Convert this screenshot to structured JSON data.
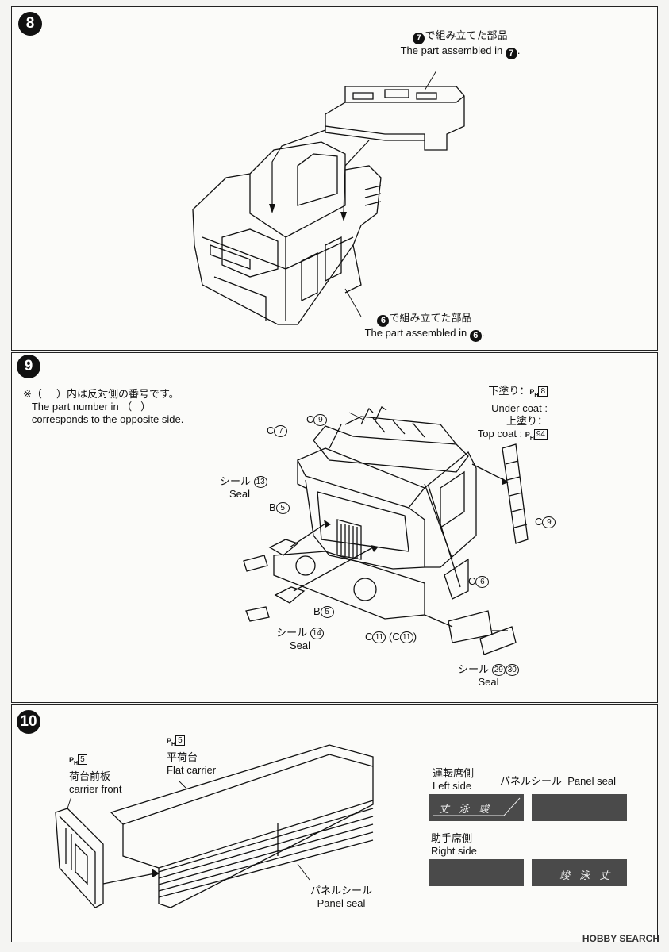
{
  "step8": {
    "number": "8",
    "callout_top": {
      "jp": "で組み立てた部品",
      "jp_ref": "7",
      "en": "The part assembled in",
      "en_ref": "7",
      "en_suffix": "."
    },
    "callout_bottom": {
      "jp": "で組み立てた部品",
      "jp_ref": "6",
      "en": "The part assembled in",
      "en_ref": "6",
      "en_suffix": "."
    }
  },
  "step9": {
    "number": "9",
    "note": {
      "jp_prefix": "※（",
      "jp_suffix": "）内は反対側の番号です。",
      "en_line1_prefix": "The part number in （",
      "en_line1_suffix": "）",
      "en_line2": "corresponds to the opposite side."
    },
    "paint": {
      "under_jp": "下塗り：",
      "under_en": "Under coat :",
      "under_code": "8",
      "top_jp": "上塗り：",
      "top_en": "Top coat :",
      "top_code": "94",
      "ph_letter": "P",
      "ph_sub": "H"
    },
    "parts": {
      "c9_top": {
        "letter": "C",
        "num": "9"
      },
      "c7": {
        "letter": "C",
        "num": "7"
      },
      "seal13": {
        "jp": "シール",
        "en": "Seal",
        "num": "13"
      },
      "b5_upper": {
        "letter": "B",
        "num": "5"
      },
      "b5_lower": {
        "letter": "B",
        "num": "5"
      },
      "c9_right": {
        "letter": "C",
        "num": "9"
      },
      "c6": {
        "letter": "C",
        "num": "6"
      },
      "c11": {
        "letter": "C",
        "num": "11",
        "paren_num": "11"
      },
      "seal14": {
        "jp": "シール",
        "en": "Seal",
        "num": "14"
      },
      "seal29": {
        "jp": "シール",
        "en": "Seal",
        "num": "29",
        "paren_num": "30"
      }
    }
  },
  "step10": {
    "number": "10",
    "carrier_front": {
      "jp": "荷台前板",
      "en": "carrier front",
      "code": "5"
    },
    "flat_carrier": {
      "jp": "平荷台",
      "en": "Flat carrier",
      "code": "5"
    },
    "panel_seal_label": {
      "jp": "パネルシール",
      "en": "Panel seal"
    },
    "seal_key": {
      "left_jp": "運転席側",
      "left_en": "Left side",
      "right_jp": "助手席側",
      "right_en": "Right side",
      "panel_jp": "パネルシール",
      "panel_en": "Panel seal",
      "left_text": "丈 泳 竣",
      "right_text": "竣 泳 丈"
    }
  },
  "watermark": "HOBBY SEARCH"
}
